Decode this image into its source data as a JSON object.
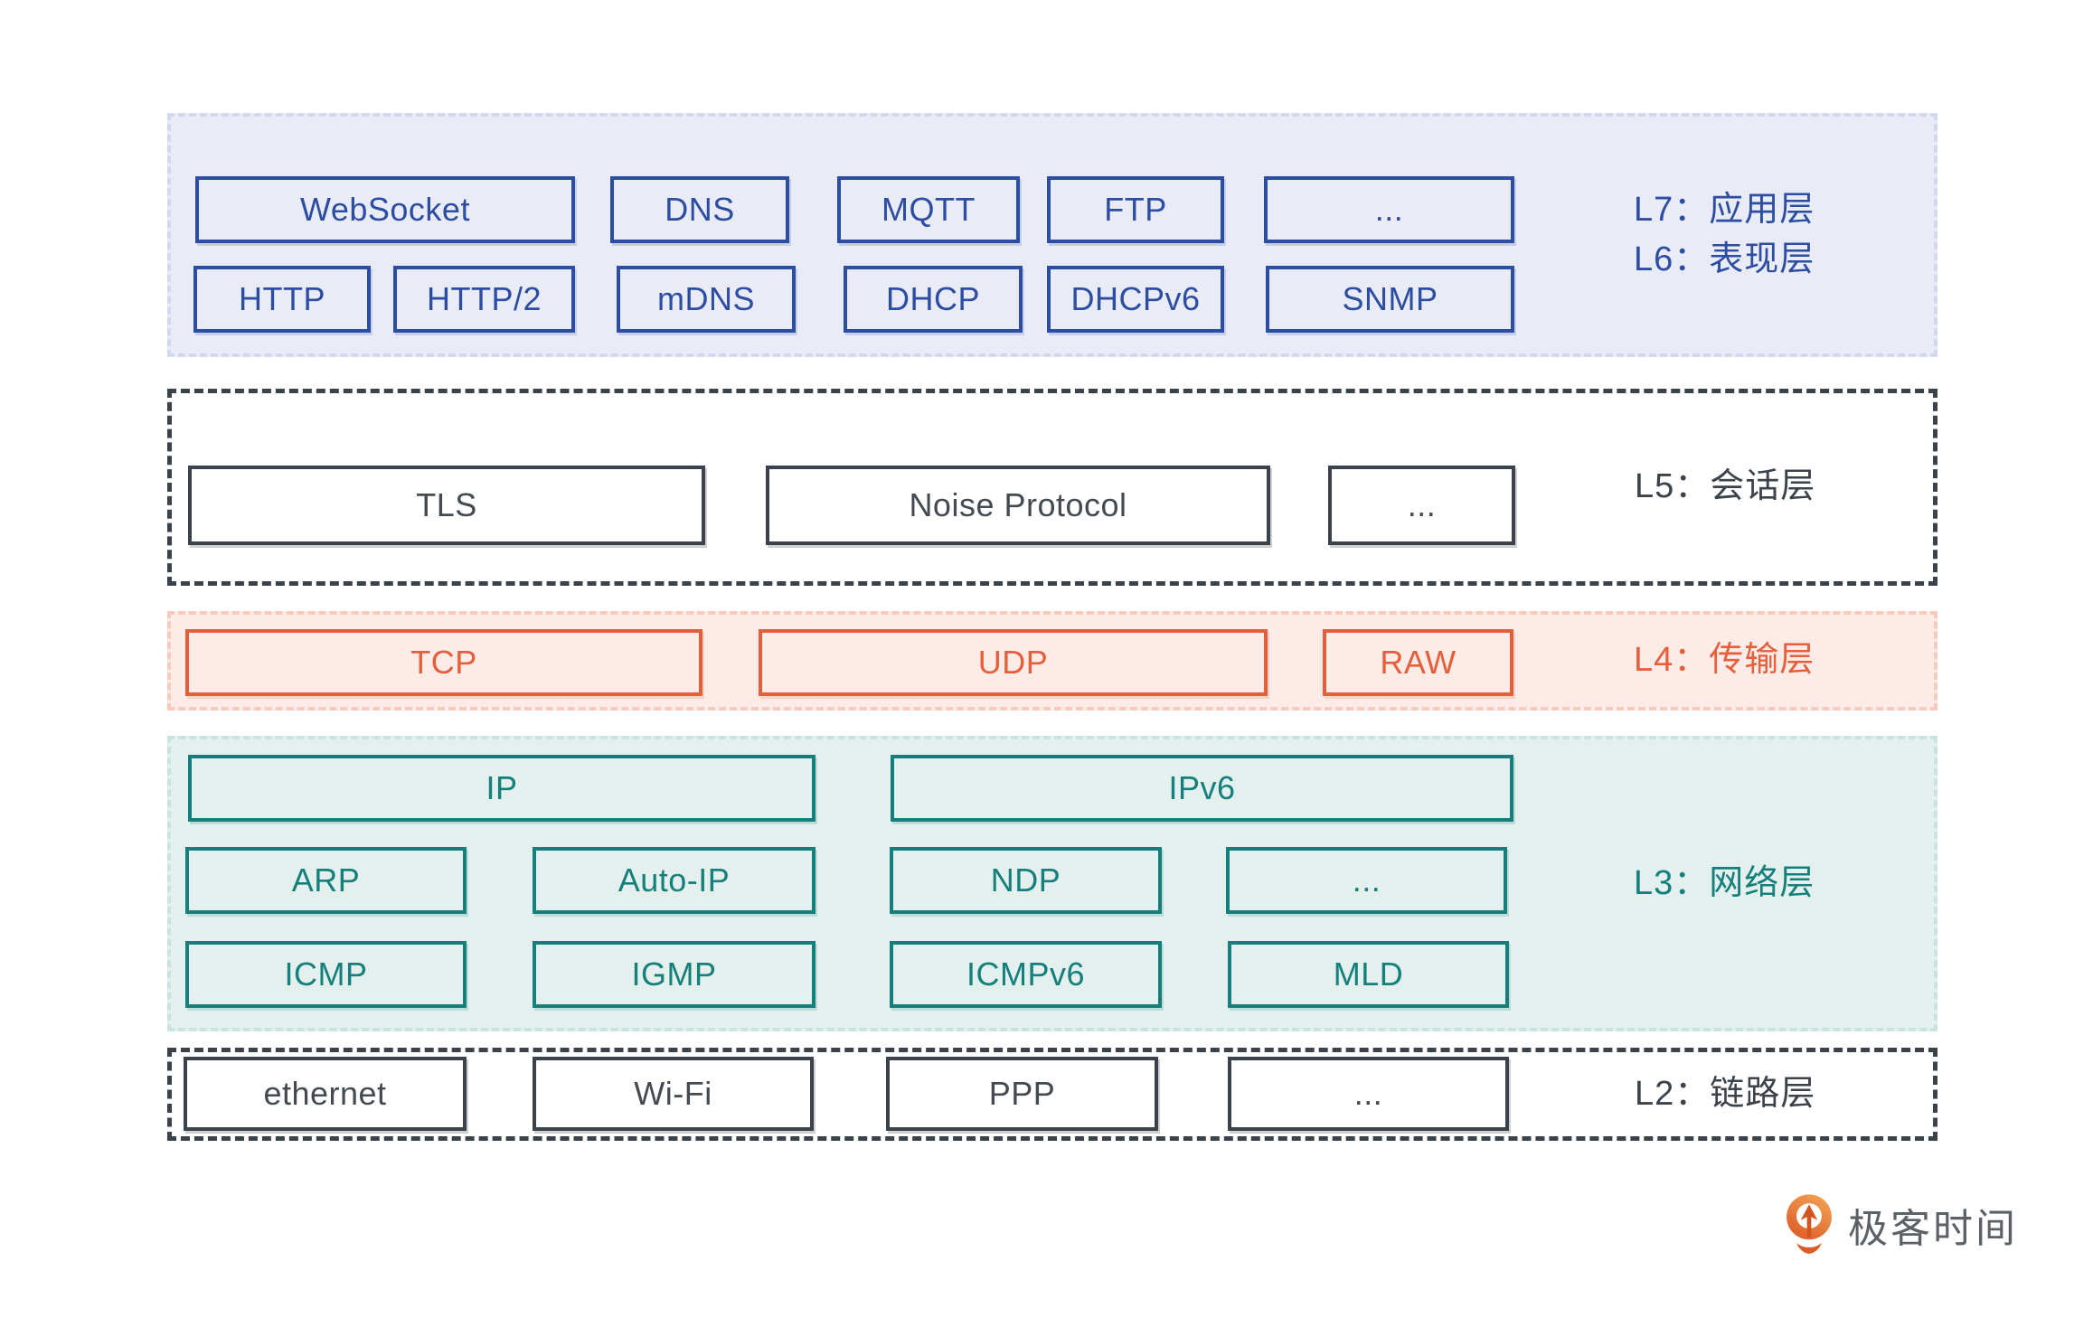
{
  "colors": {
    "blue": "#2c4da2",
    "blue_bg": "#e9ecf7",
    "blue_dash": "#d2d9ee",
    "dark": "#3a424b",
    "dark_text": "#434a52",
    "orange": "#e55f3b",
    "orange_bg": "#fcebe6",
    "orange_dash": "#f6cabc",
    "teal": "#15807b",
    "teal_bg": "#e4f0ee",
    "teal_dash": "#c9e4df",
    "logo_orange": "#e07a33",
    "logo_text_color": "#5b6166"
  },
  "layers": {
    "l76": {
      "label1": "L7：应用层",
      "label2": "L6：表现层",
      "boxes": {
        "websocket": "WebSocket",
        "dns": "DNS",
        "mqtt": "MQTT",
        "ftp": "FTP",
        "dots": "...",
        "http": "HTTP",
        "http2": "HTTP/2",
        "mdns": "mDNS",
        "dhcp": "DHCP",
        "dhcpv6": "DHCPv6",
        "snmp": "SNMP"
      }
    },
    "l5": {
      "label": "L5：会话层",
      "boxes": {
        "tls": "TLS",
        "noise": "Noise Protocol",
        "dots": "..."
      }
    },
    "l4": {
      "label": "L4：传输层",
      "boxes": {
        "tcp": "TCP",
        "udp": "UDP",
        "raw": "RAW"
      }
    },
    "l3": {
      "label": "L3：网络层",
      "boxes": {
        "ip": "IP",
        "ipv6": "IPv6",
        "arp": "ARP",
        "autoip": "Auto-IP",
        "ndp": "NDP",
        "dots": "...",
        "icmp": "ICMP",
        "igmp": "IGMP",
        "icmpv6": "ICMPv6",
        "mld": "MLD"
      }
    },
    "l2": {
      "label": "L2：链路层",
      "boxes": {
        "ethernet": "ethernet",
        "wifi": "Wi-Fi",
        "ppp": "PPP",
        "dots": "..."
      }
    }
  },
  "logo": {
    "text": "极客时间",
    "icon": "geektime-pin-icon"
  }
}
